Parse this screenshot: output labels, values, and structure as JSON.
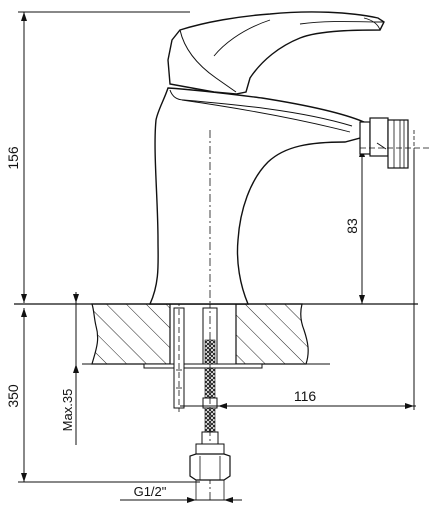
{
  "dimensions": {
    "total_height": "156",
    "spout_height": "83",
    "hose_length": "350",
    "max_thickness": "Max.35",
    "hose_reach": "116",
    "connection": "G1/2\""
  }
}
